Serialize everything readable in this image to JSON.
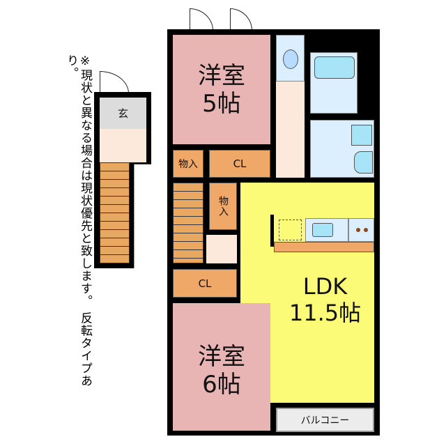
{
  "note": "※現状と異なる場合は現状優先と致します。 反転タイプあり。",
  "rooms": {
    "western1": {
      "name": "洋室",
      "size": "5帖"
    },
    "western2": {
      "name": "洋室",
      "size": "6帖"
    },
    "ldk": {
      "name": "LDK",
      "size": "11.5帖"
    },
    "storage1": "物入",
    "storage2": "物入",
    "closet1": "CL",
    "closet2": "CL",
    "entrance": "玄",
    "balcony": "バルコニー"
  }
}
